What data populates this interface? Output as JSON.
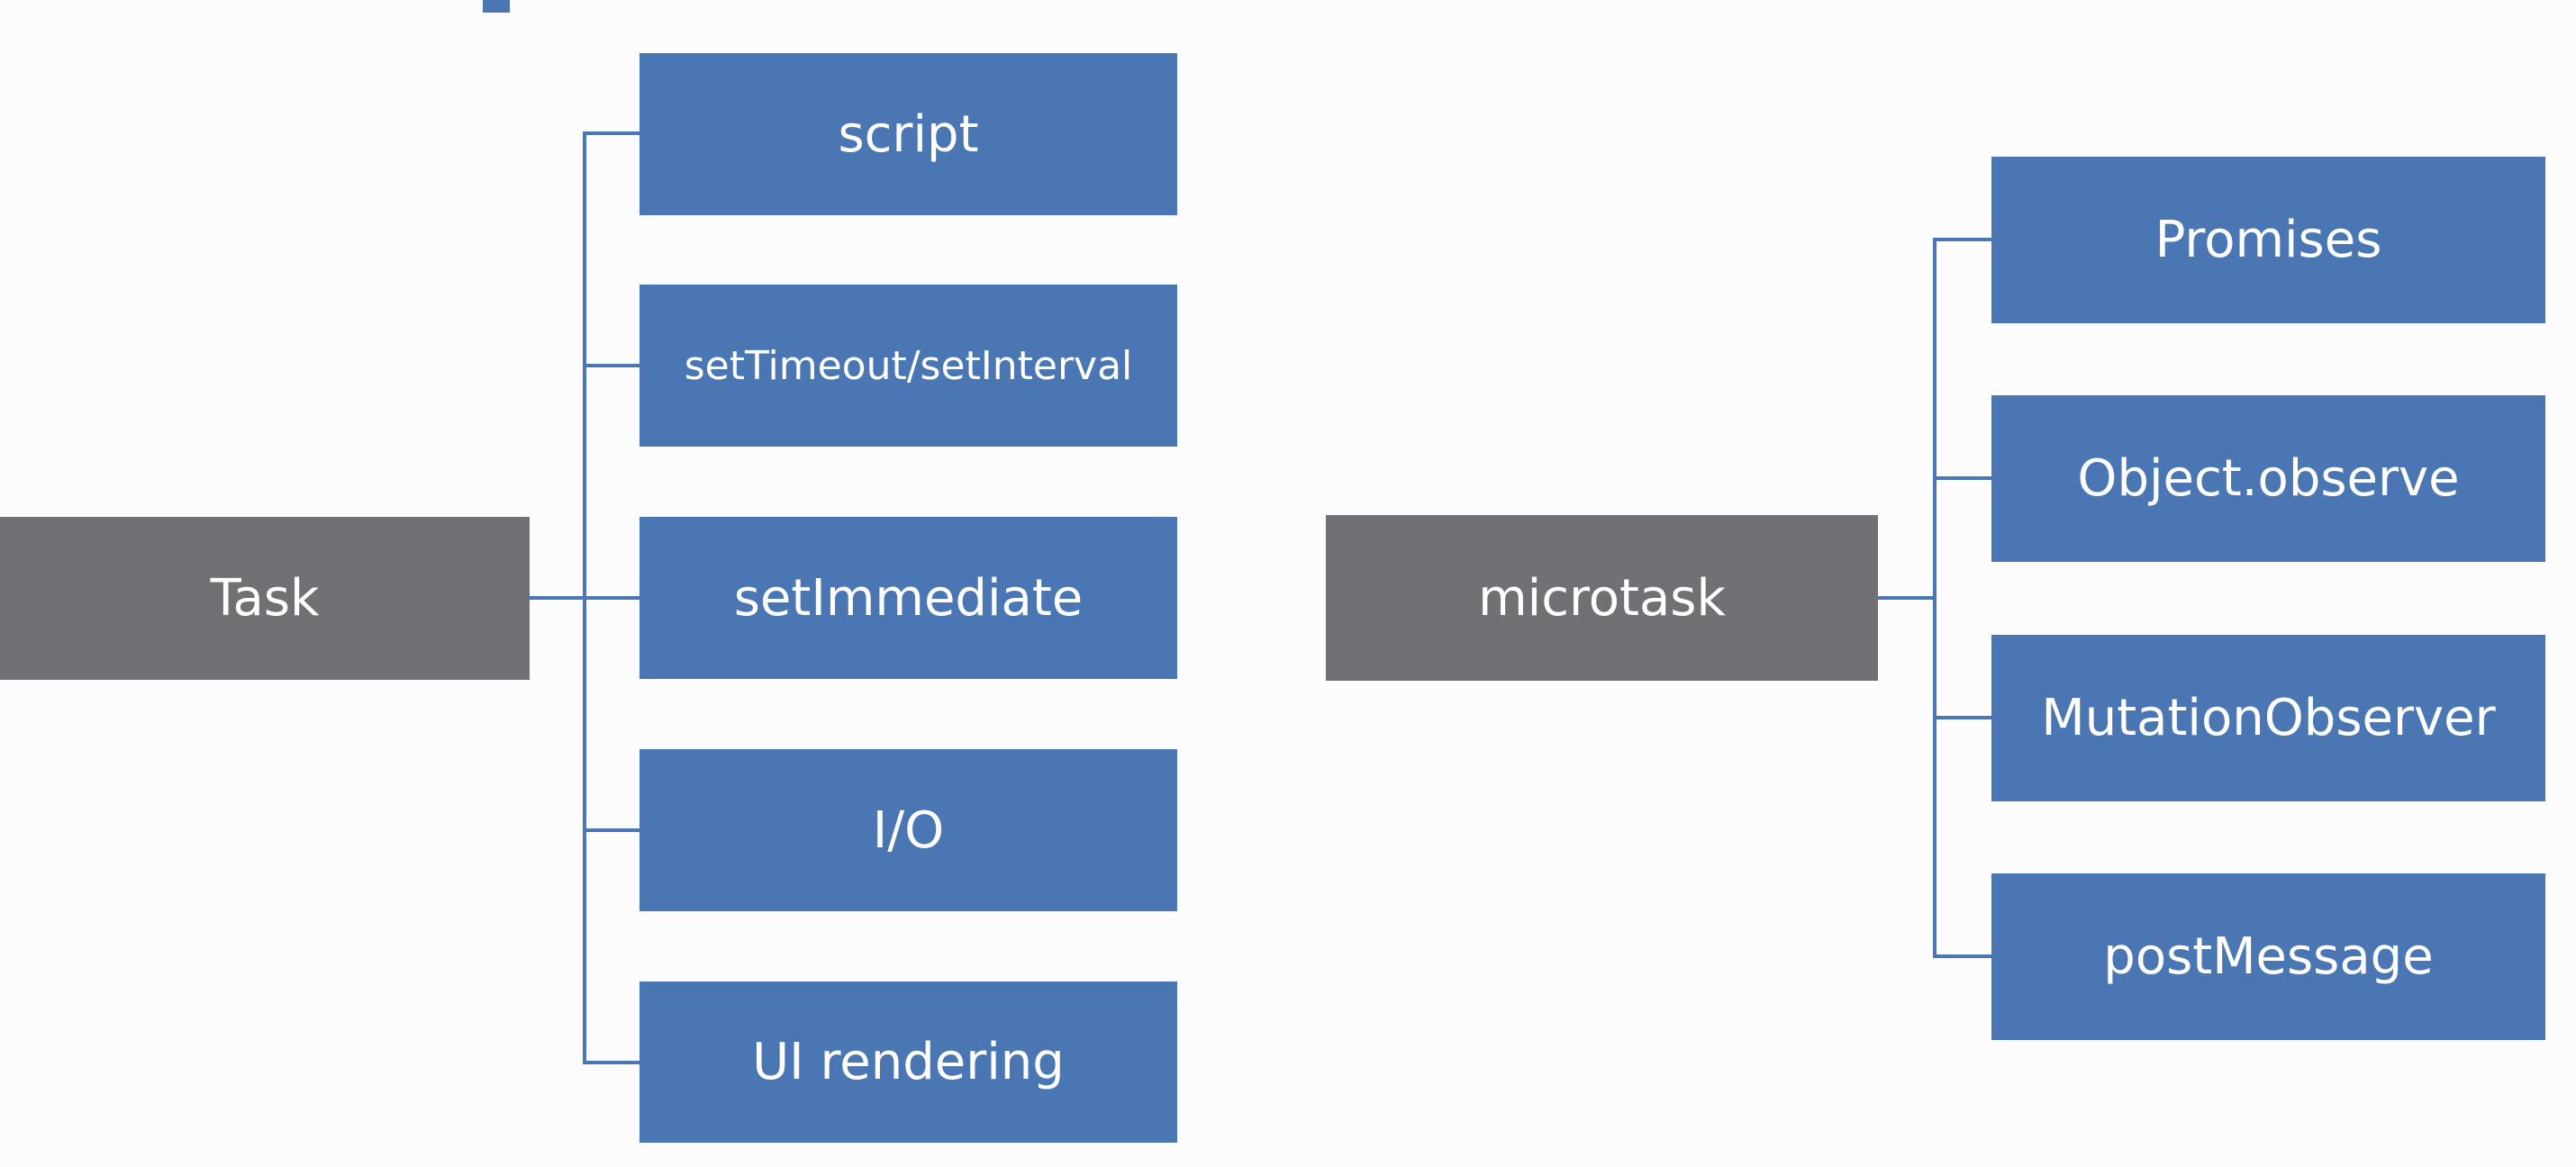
{
  "diagram": {
    "left_tree": {
      "root": "Task",
      "children": [
        "script",
        "setTimeout/setInterval",
        "setImmediate",
        "I/O",
        "UI rendering"
      ]
    },
    "right_tree": {
      "root": "microtask",
      "children": [
        "Promises",
        "Object.observe",
        "MutationObserver",
        "postMessage"
      ]
    }
  },
  "colors": {
    "root_fill": "#717075",
    "leaf_fill": "#4a77b3",
    "connector": "#4a77b3",
    "text": "#ffffff",
    "background": "#fcfcfc"
  }
}
